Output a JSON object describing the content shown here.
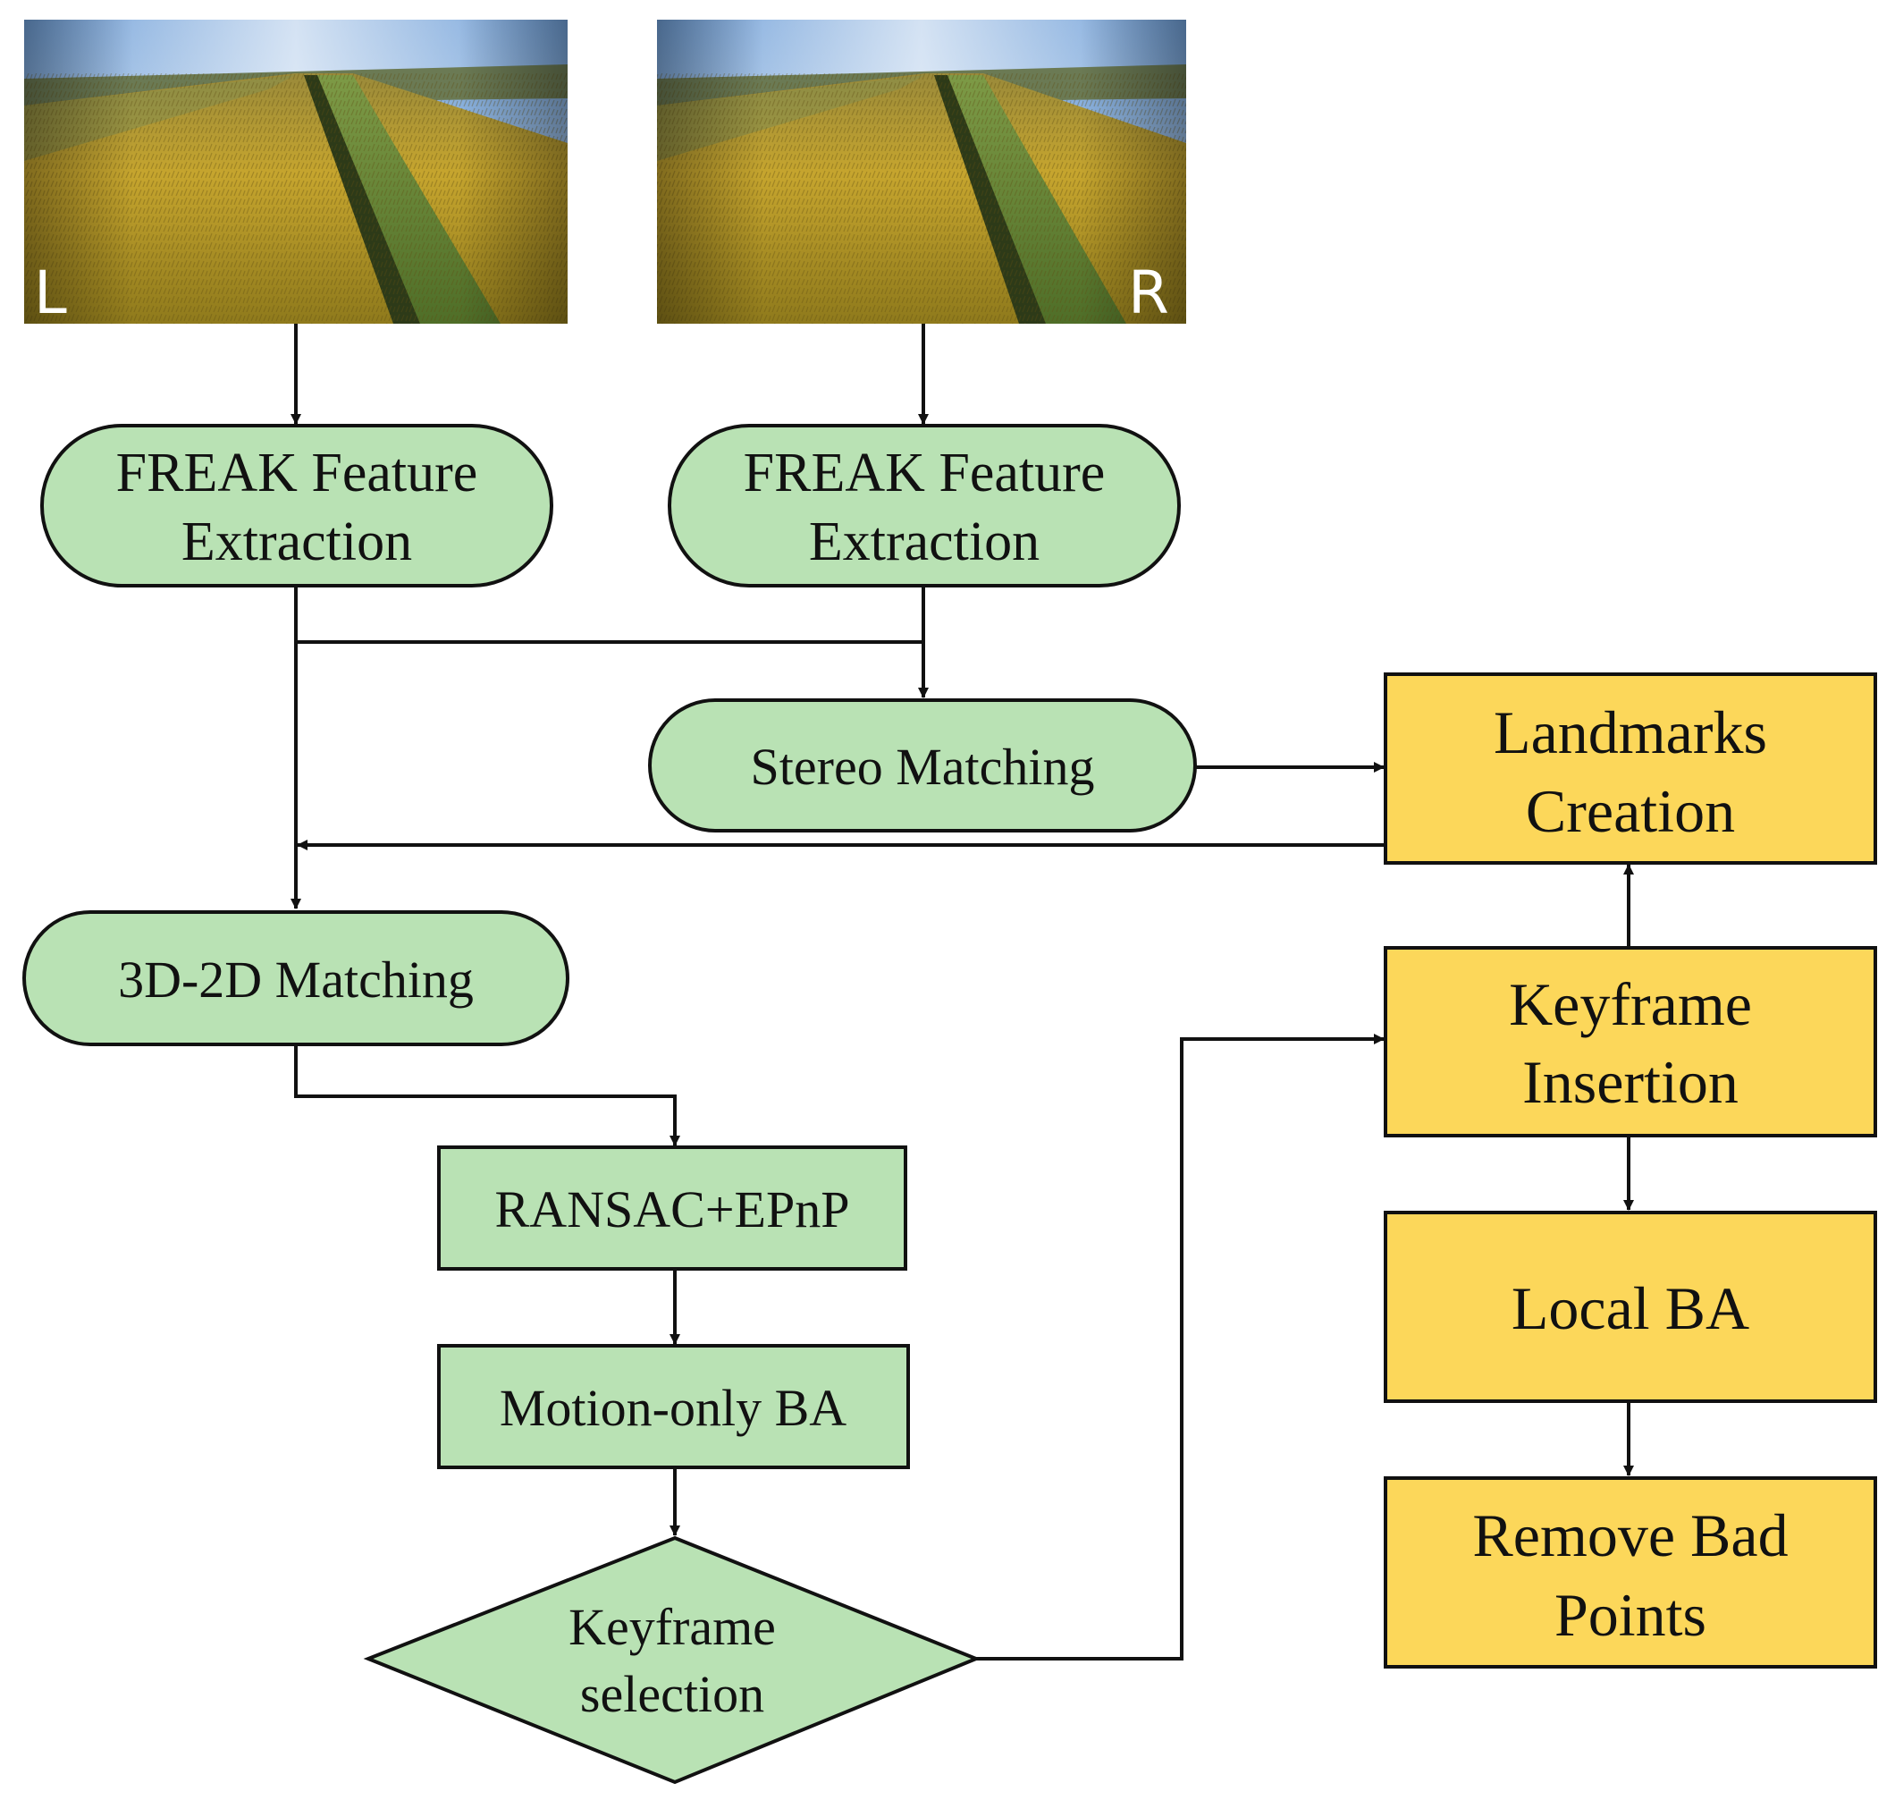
{
  "colors": {
    "green_fill": "#b9e2b4",
    "yellow_fill": "#fcd75a",
    "stroke": "#111111",
    "arrow": "#111111"
  },
  "cameras": {
    "left_label": "L",
    "right_label": "R"
  },
  "nodes": {
    "freak_left": {
      "line1": "FREAK Feature",
      "line2": "Extraction"
    },
    "freak_right": {
      "line1": "FREAK Feature",
      "line2": "Extraction"
    },
    "stereo_matching": {
      "label": "Stereo Matching"
    },
    "matching_3d2d": {
      "label": "3D-2D Matching"
    },
    "ransac_epnp": {
      "label": "RANSAC+EPnP"
    },
    "motion_only_ba": {
      "label": "Motion-only BA"
    },
    "keyframe_selection": {
      "line1": "Keyframe",
      "line2": "selection"
    },
    "landmarks_creation": {
      "line1": "Landmarks",
      "line2": "Creation"
    },
    "keyframe_insertion": {
      "line1": "Keyframe",
      "line2": "Insertion"
    },
    "local_ba": {
      "label": "Local BA"
    },
    "remove_bad_points": {
      "line1": "Remove Bad",
      "line2": "Points"
    }
  }
}
